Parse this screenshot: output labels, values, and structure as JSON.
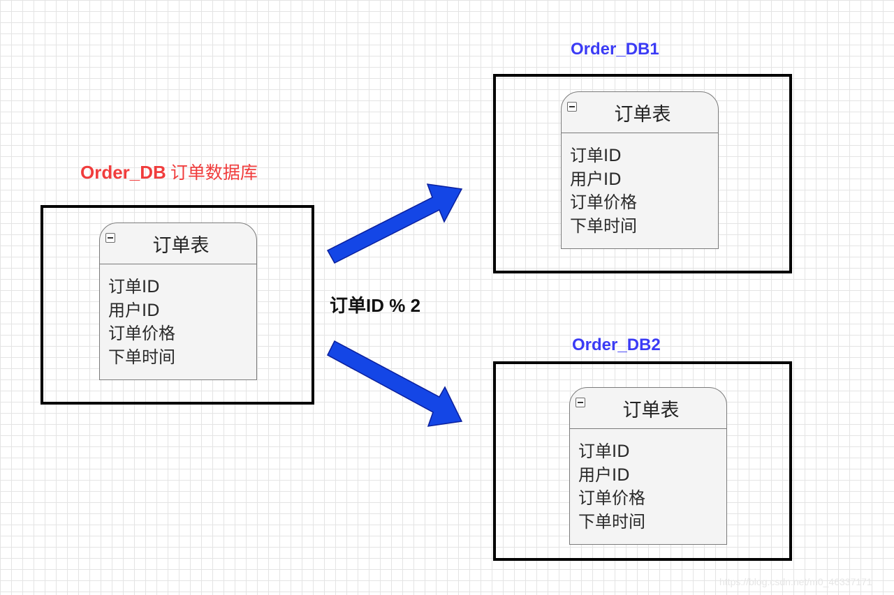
{
  "source_db": {
    "name": "Order_DB",
    "description": "订单数据库",
    "table": {
      "title": "订单表",
      "fields": [
        "订单ID",
        "用户ID",
        "订单价格",
        "下单时间"
      ]
    }
  },
  "shard_rule": "订单ID % 2",
  "target_dbs": [
    {
      "name": "Order_DB1",
      "table": {
        "title": "订单表",
        "fields": [
          "订单ID",
          "用户ID",
          "订单价格",
          "下单时间"
        ]
      }
    },
    {
      "name": "Order_DB2",
      "table": {
        "title": "订单表",
        "fields": [
          "订单ID",
          "用户ID",
          "订单价格",
          "下单时间"
        ]
      }
    }
  ],
  "colors": {
    "source_label": "#f03c3c",
    "target_label": "#3b3bf5",
    "arrow_fill": "#1446e6",
    "arrow_stroke": "#0a1f9c"
  },
  "watermark": "https://blog.csdn.net/m0_46337171"
}
